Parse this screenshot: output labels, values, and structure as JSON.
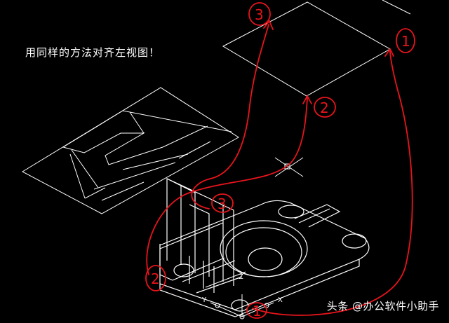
{
  "caption": "用同样的方法对齐左视图！",
  "watermark": "头条 @办公软件小助手",
  "annotations": {
    "top_view_1": "1",
    "top_view_2": "2",
    "top_view_3": "3",
    "left_view_2": "2",
    "left_view_3": "3",
    "base_1": "1"
  },
  "axis_labels": {
    "x": "X",
    "y": "Y",
    "z": "Z"
  },
  "colors": {
    "background": "#000000",
    "linework": "#ffffff",
    "annotation": "#e8141c"
  }
}
